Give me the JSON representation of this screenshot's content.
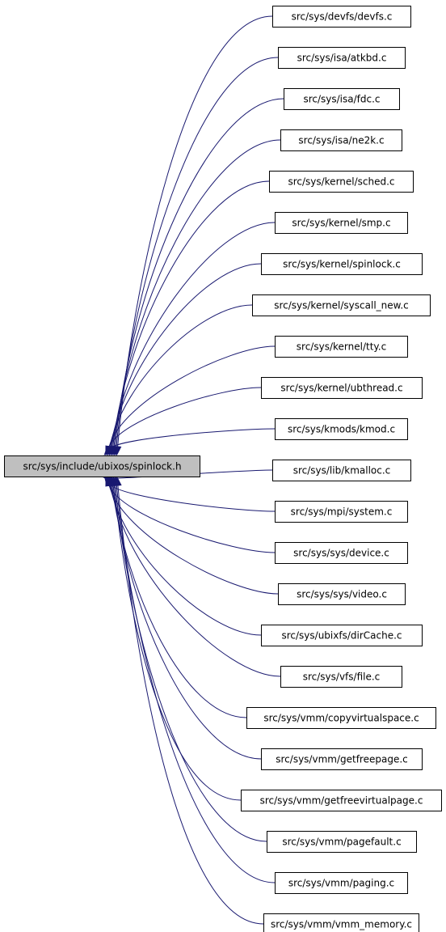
{
  "graph": {
    "colors": {
      "edge": "#191970",
      "root_fill": "#bfbfbf",
      "node_fill": "#ffffff",
      "border": "#000000"
    },
    "root": {
      "id": "root",
      "label": "src/sys/include/ubixos/spinlock.h"
    },
    "nodes": [
      {
        "id": "n0",
        "label": "src/sys/devfs/devfs.c"
      },
      {
        "id": "n1",
        "label": "src/sys/isa/atkbd.c"
      },
      {
        "id": "n2",
        "label": "src/sys/isa/fdc.c"
      },
      {
        "id": "n3",
        "label": "src/sys/isa/ne2k.c"
      },
      {
        "id": "n4",
        "label": "src/sys/kernel/sched.c"
      },
      {
        "id": "n5",
        "label": "src/sys/kernel/smp.c"
      },
      {
        "id": "n6",
        "label": "src/sys/kernel/spinlock.c"
      },
      {
        "id": "n7",
        "label": "src/sys/kernel/syscall_new.c"
      },
      {
        "id": "n8",
        "label": "src/sys/kernel/tty.c"
      },
      {
        "id": "n9",
        "label": "src/sys/kernel/ubthread.c"
      },
      {
        "id": "n10",
        "label": "src/sys/kmods/kmod.c"
      },
      {
        "id": "n11",
        "label": "src/sys/lib/kmalloc.c"
      },
      {
        "id": "n12",
        "label": "src/sys/mpi/system.c"
      },
      {
        "id": "n13",
        "label": "src/sys/sys/device.c"
      },
      {
        "id": "n14",
        "label": "src/sys/sys/video.c"
      },
      {
        "id": "n15",
        "label": "src/sys/ubixfs/dirCache.c"
      },
      {
        "id": "n16",
        "label": "src/sys/vfs/file.c"
      },
      {
        "id": "n17",
        "label": "src/sys/vmm/copyvirtualspace.c"
      },
      {
        "id": "n18",
        "label": "src/sys/vmm/getfreepage.c"
      },
      {
        "id": "n19",
        "label": "src/sys/vmm/getfreevirtualpage.c"
      },
      {
        "id": "n20",
        "label": "src/sys/vmm/pagefault.c"
      },
      {
        "id": "n21",
        "label": "src/sys/vmm/paging.c"
      },
      {
        "id": "n22",
        "label": "src/sys/vmm/vmm_memory.c"
      }
    ],
    "edges_direction": "node-to-root"
  }
}
